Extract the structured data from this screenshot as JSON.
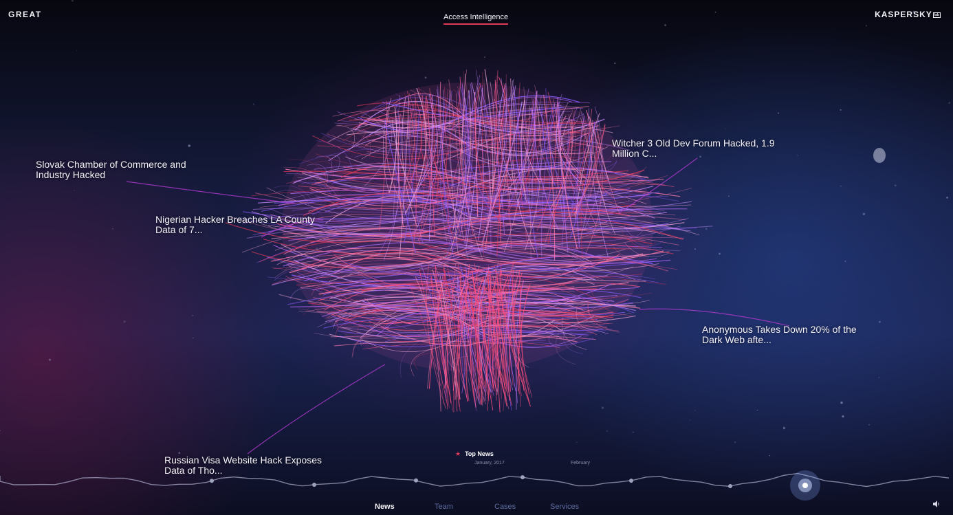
{
  "header": {
    "brand_left": "GREAT",
    "center_link": "Access Intelligence",
    "brand_right": "KASPERSKY",
    "brand_right_badge": "lab"
  },
  "headlines": [
    {
      "line1": "Slovak Chamber of Commerce and",
      "line2": "Industry Hacked"
    },
    {
      "line1": "Nigerian Hacker Breaches LA County",
      "line2": "Data of 7..."
    },
    {
      "line1": "Witcher 3 Old Dev Forum Hacked, 1.9",
      "line2": "Million C..."
    },
    {
      "line1": "Anonymous Takes Down 20% of the",
      "line2": "Dark Web afte..."
    },
    {
      "line1": "Russian Visa Website Hack Exposes",
      "line2": "Data of Tho..."
    }
  ],
  "timeline": {
    "legend": "Top News",
    "months": [
      "January, 2017",
      "February"
    ]
  },
  "bottom_nav": {
    "items": [
      "News",
      "Team",
      "Cases",
      "Services"
    ],
    "active": "News"
  },
  "icons": {
    "star": "star-icon",
    "sound": "speaker-icon"
  },
  "colors": {
    "accent": "#e0395a",
    "nav_inactive": "#5d6da0",
    "fiber_palette": [
      "#ff5a8a",
      "#e0395a",
      "#b86cff",
      "#8a5cff",
      "#f2a8d8",
      "#ff7fb0",
      "#c98cff"
    ]
  }
}
